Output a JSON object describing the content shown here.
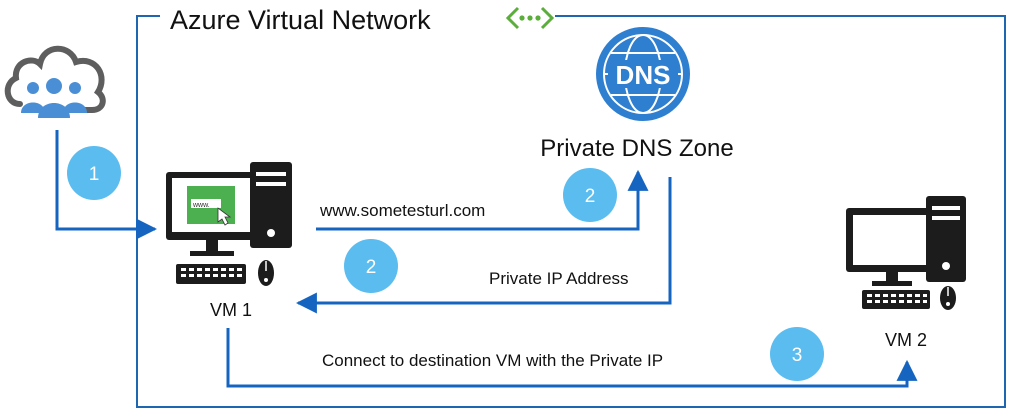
{
  "network": {
    "title": "Azure Virtual Network"
  },
  "dns": {
    "badge": "DNS",
    "title": "Private DNS Zone"
  },
  "vm1": {
    "label": "VM 1",
    "screen_text": "www."
  },
  "vm2": {
    "label": "VM 2"
  },
  "flow": {
    "query_url": "www.sometesturl.com",
    "response": "Private IP Address",
    "connect": "Connect to destination VM with the Private IP"
  },
  "steps": [
    "1",
    "2",
    "2",
    "3"
  ],
  "colors": {
    "border": "#1E66B0",
    "arrow": "#1565C0",
    "step_circle": "#5BBCF0",
    "dns_globe": "#2F7FD0",
    "vnet_icon": "#5BAE3B",
    "user_icon": "#4A8FD6"
  }
}
